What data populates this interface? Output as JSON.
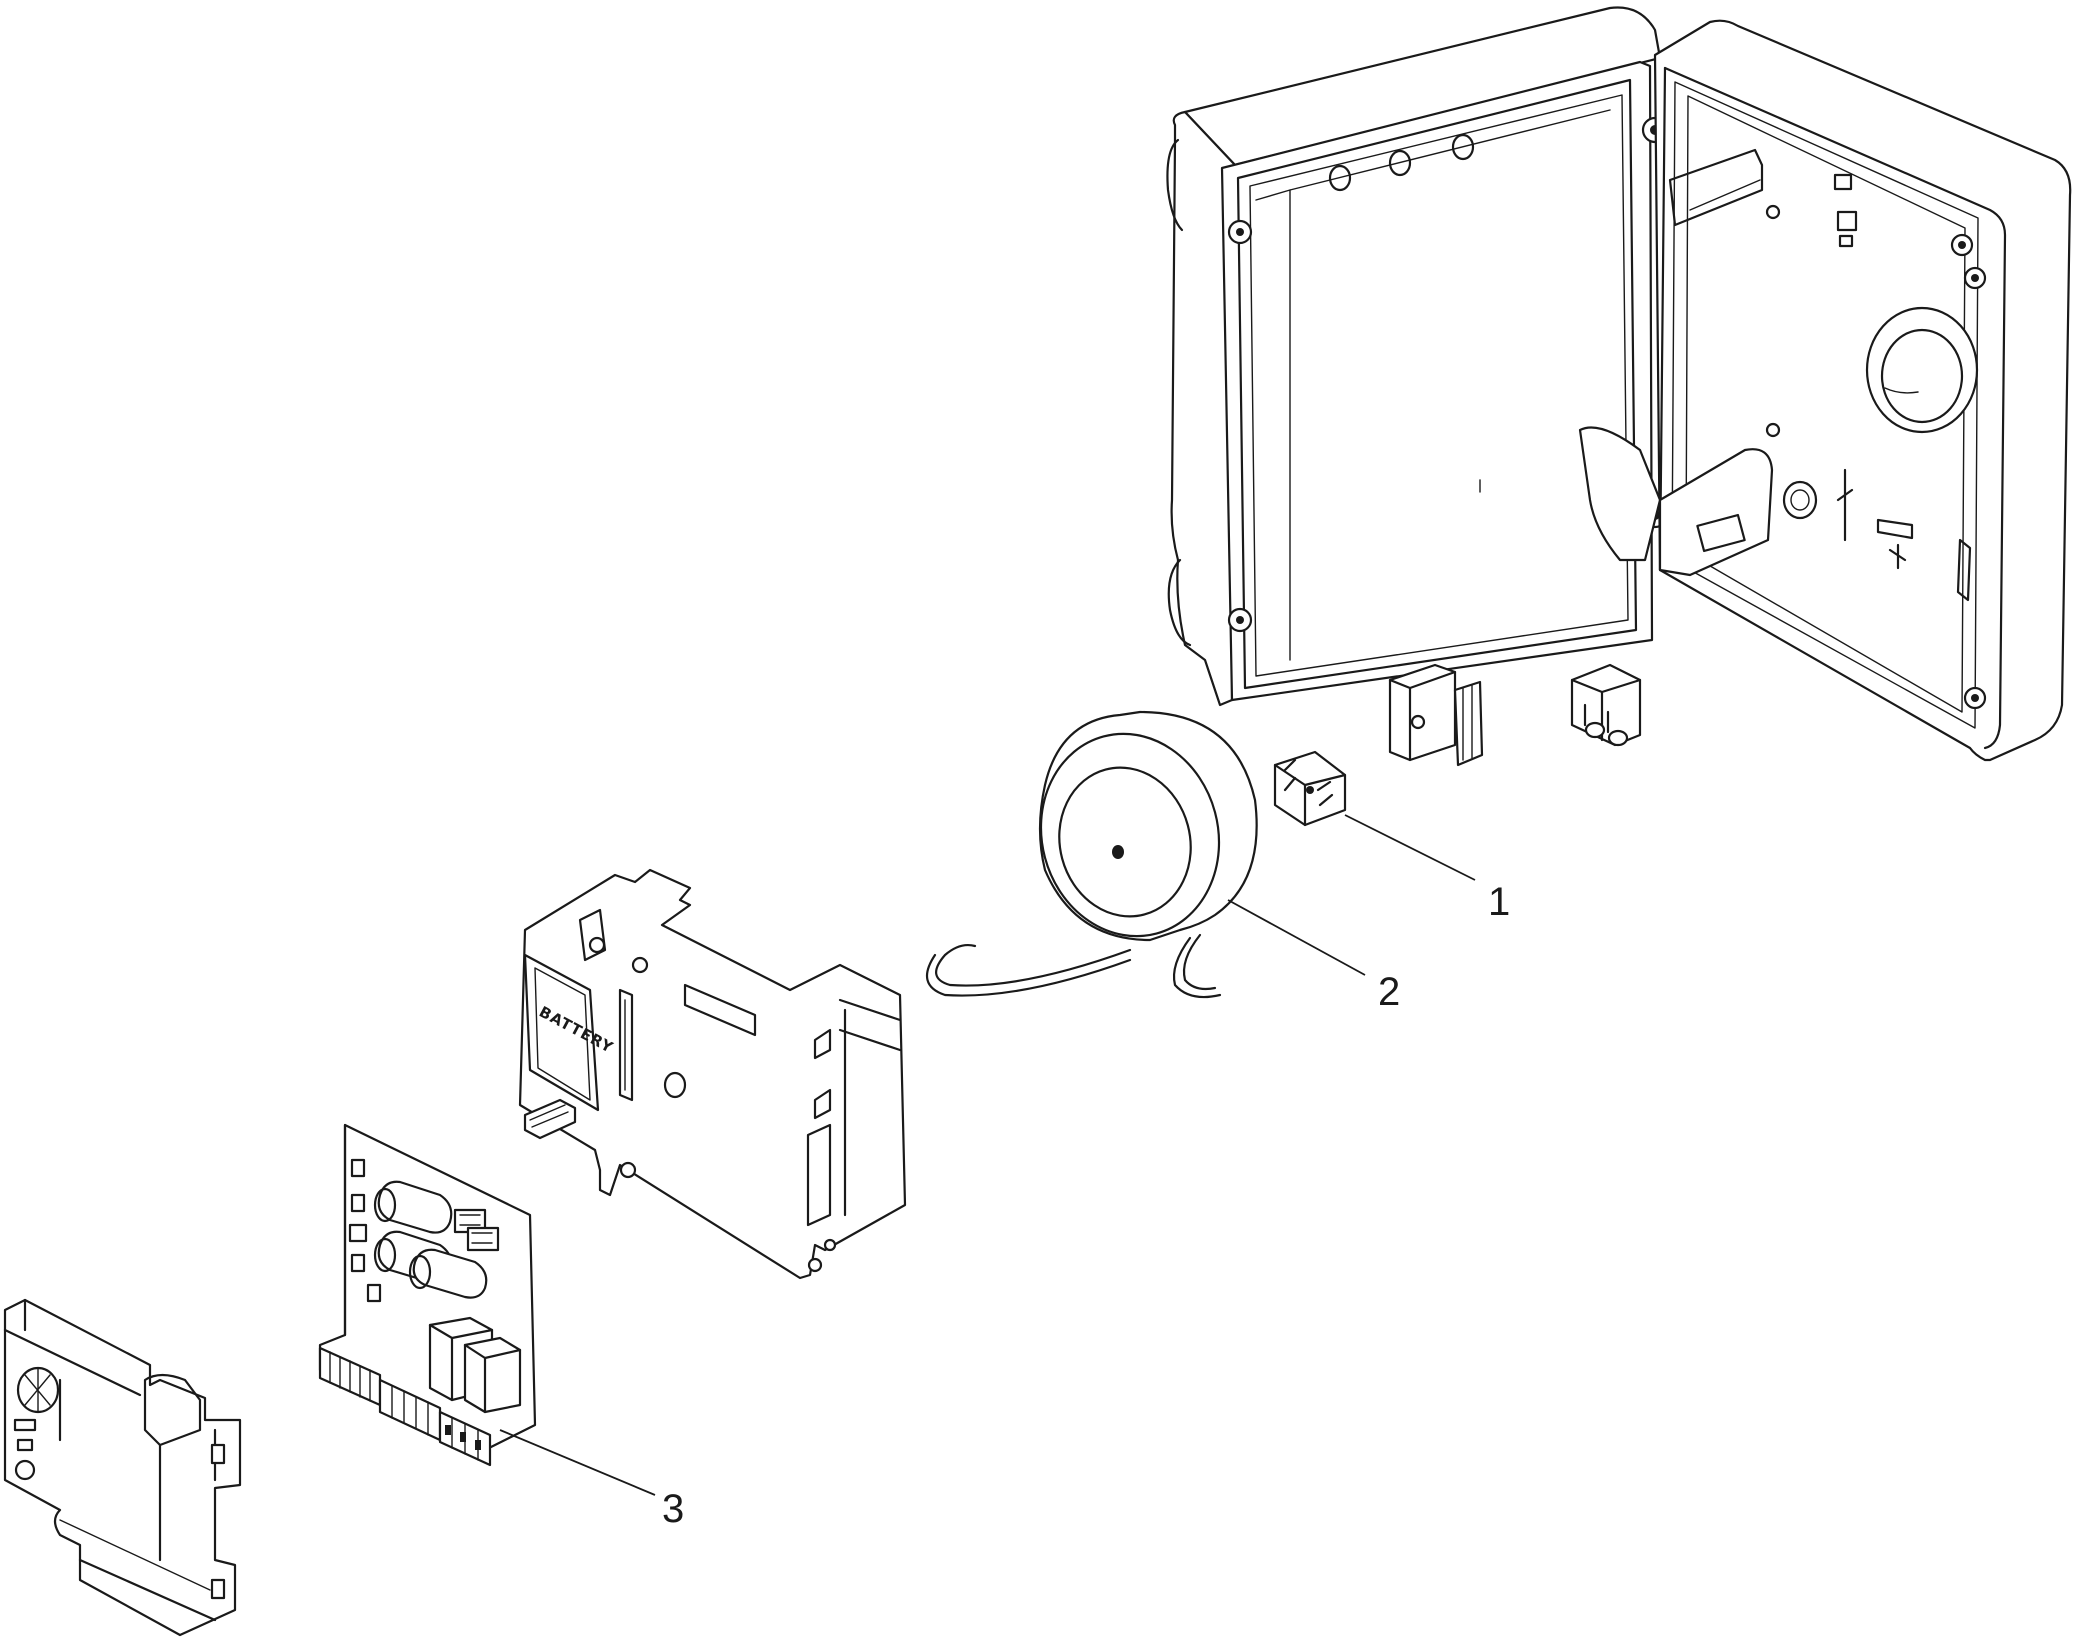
{
  "callouts": [
    {
      "id": "1",
      "label": "1"
    },
    {
      "id": "2",
      "label": "2"
    },
    {
      "id": "3",
      "label": "3"
    }
  ],
  "battery_tray_text": "BATTERY"
}
